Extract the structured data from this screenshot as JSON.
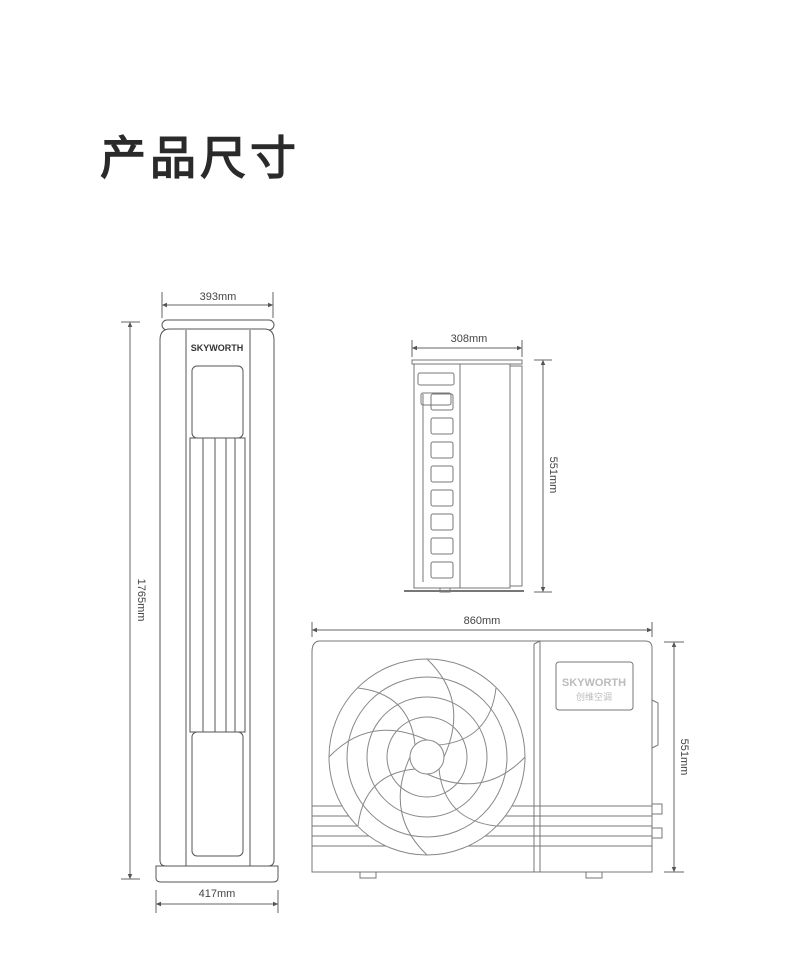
{
  "page": {
    "title": "产品尺寸"
  },
  "indoor_unit": {
    "brand": "SKYWORTH",
    "width_top": "393mm",
    "width_base": "417mm",
    "height": "1765mm"
  },
  "outdoor_side": {
    "depth": "308mm",
    "height": "551mm"
  },
  "outdoor_front": {
    "width": "860mm",
    "height": "551mm",
    "brand": "SKYWORTH",
    "brand_sub": "创维空调"
  },
  "colors": {
    "line": "#555555",
    "dim_line": "#666666",
    "indoor_fill": "#ffffff"
  }
}
